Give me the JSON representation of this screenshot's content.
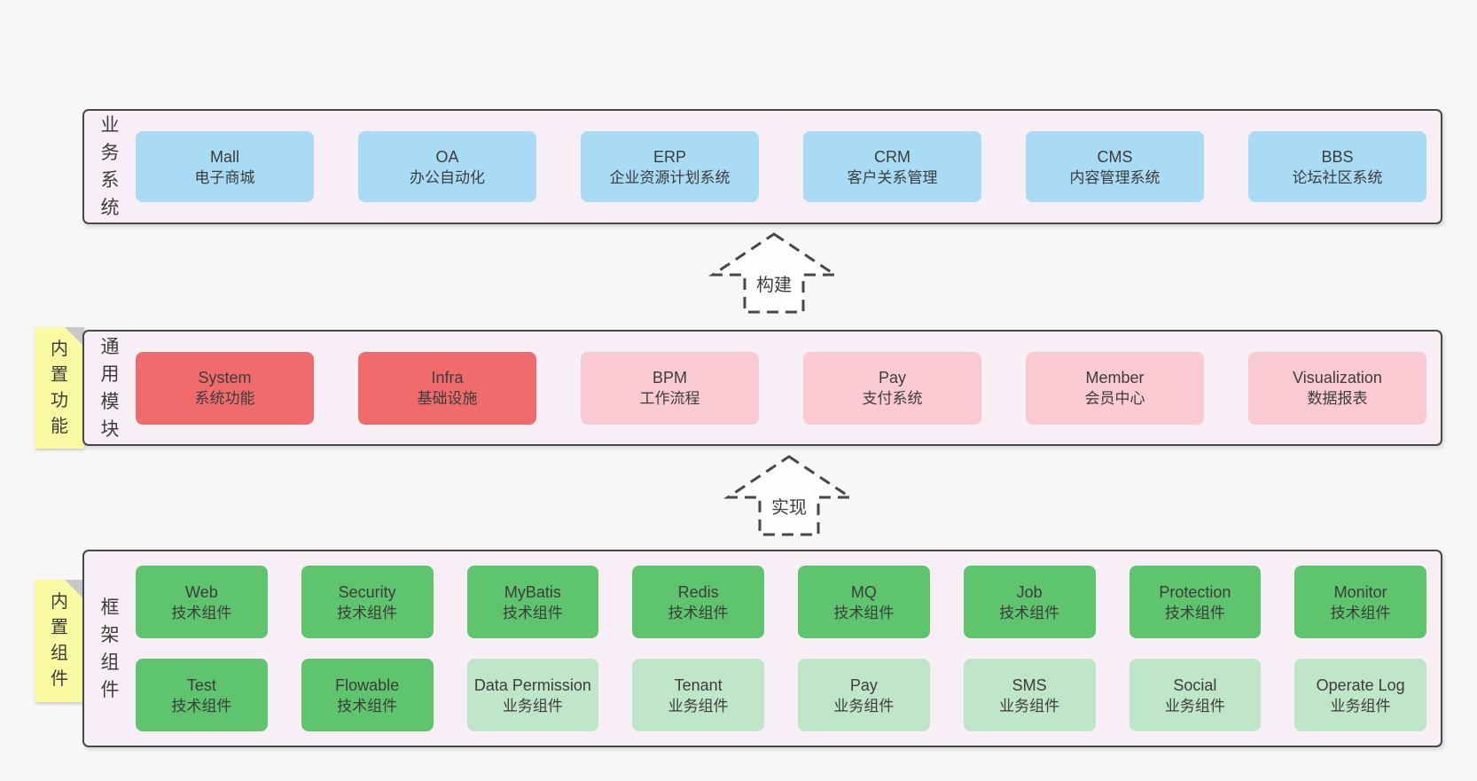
{
  "colors": {
    "page-bg": "#f7f7f7",
    "band-bg": "#f8eef6",
    "border": "#474747",
    "text": "#3c3c3c",
    "blue": "#a9dbf4",
    "red": "#f06c6c",
    "pink": "#facad3",
    "green": "#5fc46e",
    "lightgreen": "#c0e6c9",
    "yellow": "#fafaa2",
    "fold": "#c8c8c8",
    "arrow-fill": "#fefefe"
  },
  "stickies": [
    {
      "label": "内置功能"
    },
    {
      "label": "内置组件"
    }
  ],
  "arrows": [
    {
      "label": "构建"
    },
    {
      "label": "实现"
    }
  ],
  "bands": [
    {
      "label": "业务系统",
      "boxes": [
        {
          "title": "Mall",
          "subtitle": "电子商城",
          "color": "blue"
        },
        {
          "title": "OA",
          "subtitle": "办公自动化",
          "color": "blue"
        },
        {
          "title": "ERP",
          "subtitle": "企业资源计划系统",
          "color": "blue"
        },
        {
          "title": "CRM",
          "subtitle": "客户关系管理",
          "color": "blue"
        },
        {
          "title": "CMS",
          "subtitle": "内容管理系统",
          "color": "blue"
        },
        {
          "title": "BBS",
          "subtitle": "论坛社区系统",
          "color": "blue"
        }
      ]
    },
    {
      "label": "通用模块",
      "boxes": [
        {
          "title": "System",
          "subtitle": "系统功能",
          "color": "red"
        },
        {
          "title": "Infra",
          "subtitle": "基础设施",
          "color": "red"
        },
        {
          "title": "BPM",
          "subtitle": "工作流程",
          "color": "pink"
        },
        {
          "title": "Pay",
          "subtitle": "支付系统",
          "color": "pink"
        },
        {
          "title": "Member",
          "subtitle": "会员中心",
          "color": "pink"
        },
        {
          "title": "Visualization",
          "subtitle": "数据报表",
          "color": "pink"
        }
      ]
    },
    {
      "label": "框架组件",
      "rows": [
        [
          {
            "title": "Web",
            "subtitle": "技术组件",
            "color": "green"
          },
          {
            "title": "Security",
            "subtitle": "技术组件",
            "color": "green"
          },
          {
            "title": "MyBatis",
            "subtitle": "技术组件",
            "color": "green"
          },
          {
            "title": "Redis",
            "subtitle": "技术组件",
            "color": "green"
          },
          {
            "title": "MQ",
            "subtitle": "技术组件",
            "color": "green"
          },
          {
            "title": "Job",
            "subtitle": "技术组件",
            "color": "green"
          },
          {
            "title": "Protection",
            "subtitle": "技术组件",
            "color": "green"
          },
          {
            "title": "Monitor",
            "subtitle": "技术组件",
            "color": "green"
          }
        ],
        [
          {
            "title": "Test",
            "subtitle": "技术组件",
            "color": "green"
          },
          {
            "title": "Flowable",
            "subtitle": "技术组件",
            "color": "green"
          },
          {
            "title": "Data Permission",
            "subtitle": "业务组件",
            "color": "lightgreen"
          },
          {
            "title": "Tenant",
            "subtitle": "业务组件",
            "color": "lightgreen"
          },
          {
            "title": "Pay",
            "subtitle": "业务组件",
            "color": "lightgreen"
          },
          {
            "title": "SMS",
            "subtitle": "业务组件",
            "color": "lightgreen"
          },
          {
            "title": "Social",
            "subtitle": "业务组件",
            "color": "lightgreen"
          },
          {
            "title": "Operate Log",
            "subtitle": "业务组件",
            "color": "lightgreen"
          }
        ]
      ]
    }
  ]
}
